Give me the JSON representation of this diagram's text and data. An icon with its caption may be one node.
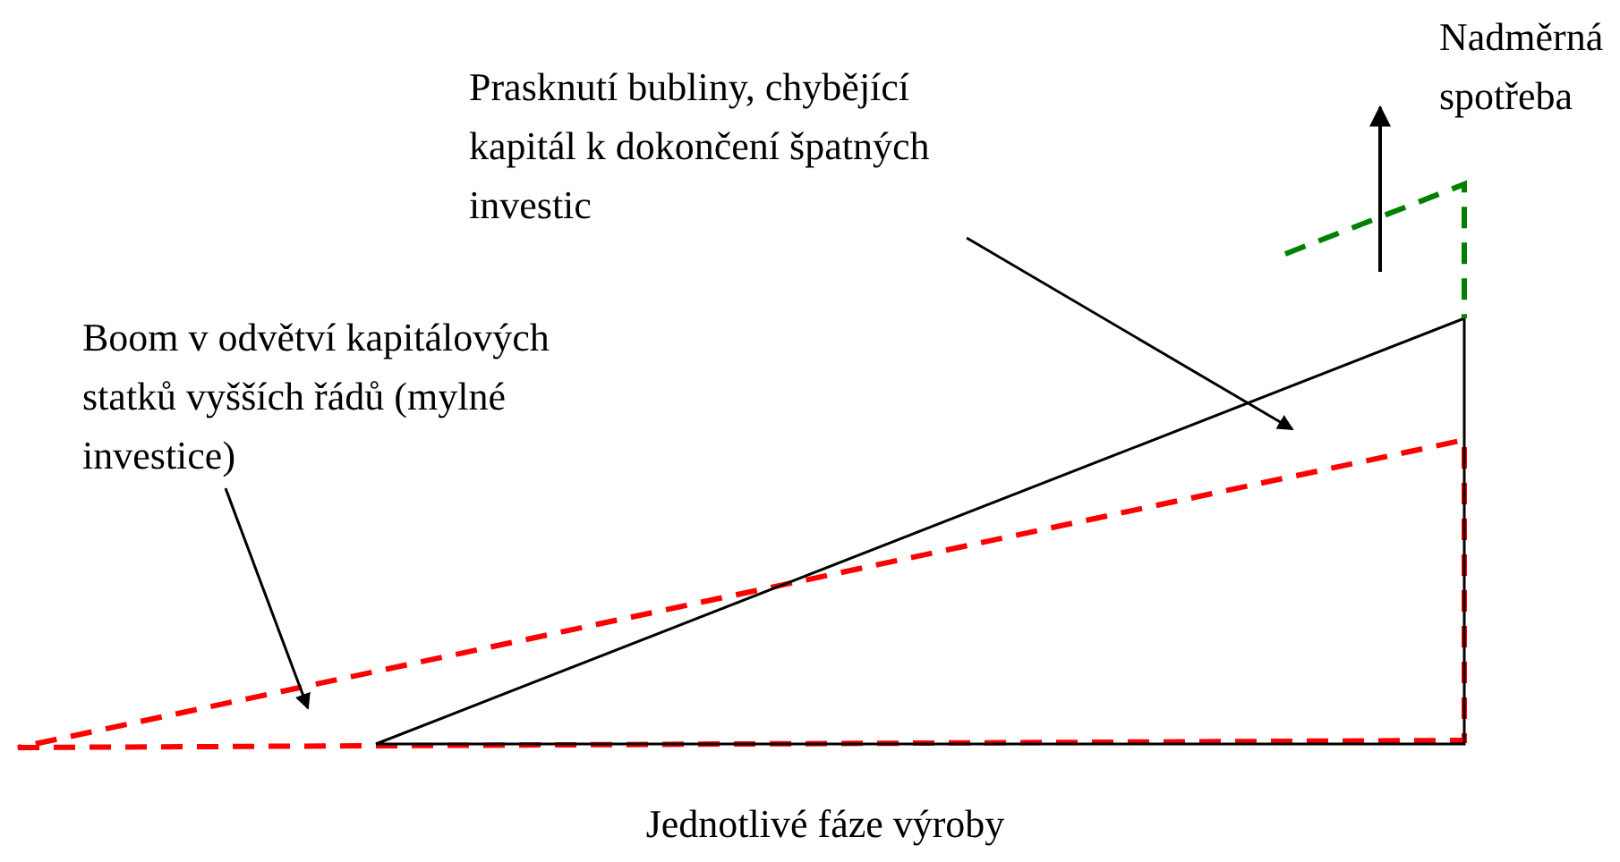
{
  "diagram": {
    "nodes": [
      {
        "text": [
          "Prasknutí bubliny, chybějící kapitál k dokončení špatných investic"
        ]
      },
      {
        "text": [
          "Boom v odvětví kapitálových statků vyšších řádů (mylné investice)"
        ]
      },
      {
        "text": [
          "Nadměrná spotřeba"
        ]
      }
    ],
    "edges": [
      {
        "from": 0,
        "to": null,
        "arrow": "to"
      },
      {
        "from": 1,
        "to": null,
        "arrow": "to"
      }
    ],
    "labels": [
      "Jednotlivé fáze výroby"
    ]
  }
}
